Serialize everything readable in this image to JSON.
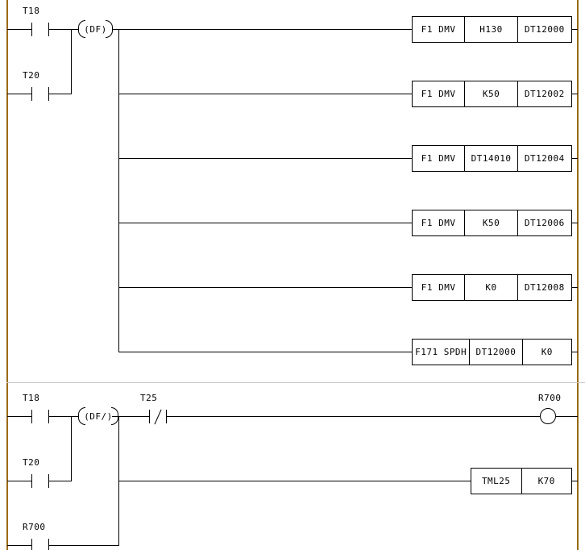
{
  "diagram": {
    "type": "plc-ladder-logic",
    "rail_color": "#9a6a10",
    "wire_color": "#000000",
    "separator_color": "#c9c9c9",
    "rungs": [
      {
        "id": "rung-1",
        "inputs": [
          {
            "name": "T18",
            "contact": "normally-open"
          },
          {
            "name": "T20",
            "contact": "normally-open"
          }
        ],
        "differential": {
          "label": "(DF)",
          "type": "rising-edge-coil"
        },
        "outputs": [
          {
            "instruction": "F1  DMV",
            "operand1": "H130",
            "operand2": "DT12000"
          },
          {
            "instruction": "F1  DMV",
            "operand1": "K50",
            "operand2": "DT12002"
          },
          {
            "instruction": "F1  DMV",
            "operand1": "DT14010",
            "operand2": "DT12004"
          },
          {
            "instruction": "F1  DMV",
            "operand1": "K50",
            "operand2": "DT12006"
          },
          {
            "instruction": "F1  DMV",
            "operand1": "K0",
            "operand2": "DT12008"
          },
          {
            "instruction": "F171 SPDH",
            "operand1": "DT12000",
            "operand2": "K0"
          }
        ]
      },
      {
        "id": "rung-2",
        "inputs": [
          {
            "name": "T18",
            "contact": "normally-open"
          },
          {
            "name": "T20",
            "contact": "normally-open"
          },
          {
            "name": "R700",
            "contact": "normally-open"
          }
        ],
        "differential": {
          "label": "(DF/)",
          "type": "falling-edge-coil"
        },
        "series_contact": {
          "name": "T25",
          "contact": "normally-closed"
        },
        "coil": {
          "name": "R700",
          "type": "output-coil"
        },
        "timer": {
          "instruction": "TML25",
          "operand1": "K70"
        }
      }
    ]
  }
}
